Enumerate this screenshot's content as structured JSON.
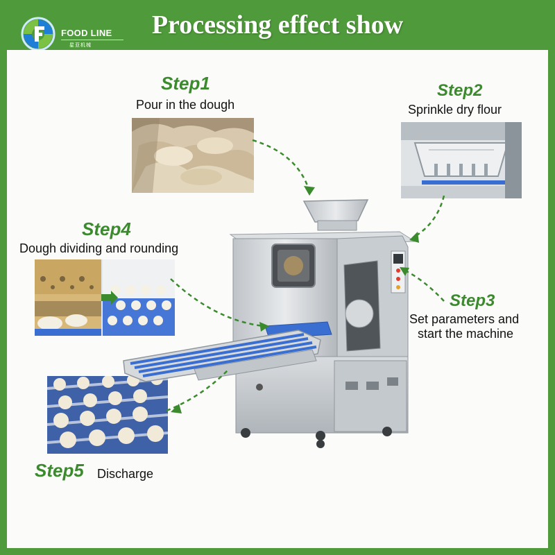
{
  "header": {
    "brand": "FOOD LINE",
    "brand_sub": "星亚机械",
    "title": "Processing effect show"
  },
  "steps": [
    {
      "title": "Step1",
      "desc": "Pour in the dough"
    },
    {
      "title": "Step2",
      "desc": "Sprinkle dry flour"
    },
    {
      "title": "Step3",
      "desc_line1": "Set parameters and",
      "desc_line2": "start the machine"
    },
    {
      "title": "Step4",
      "desc": "Dough dividing and rounding"
    },
    {
      "title": "Step5",
      "desc": "Discharge"
    }
  ],
  "colors": {
    "brand_green": "#4f9a3a",
    "step_green": "#3c8a2e",
    "panel": "#fbfbfa",
    "belt_blue": "#3a6fd1",
    "steel": "#cfd3d6"
  },
  "icons": {
    "logo": "food-line-logo-icon",
    "arrow": "dashed-curved-arrow-icon"
  }
}
